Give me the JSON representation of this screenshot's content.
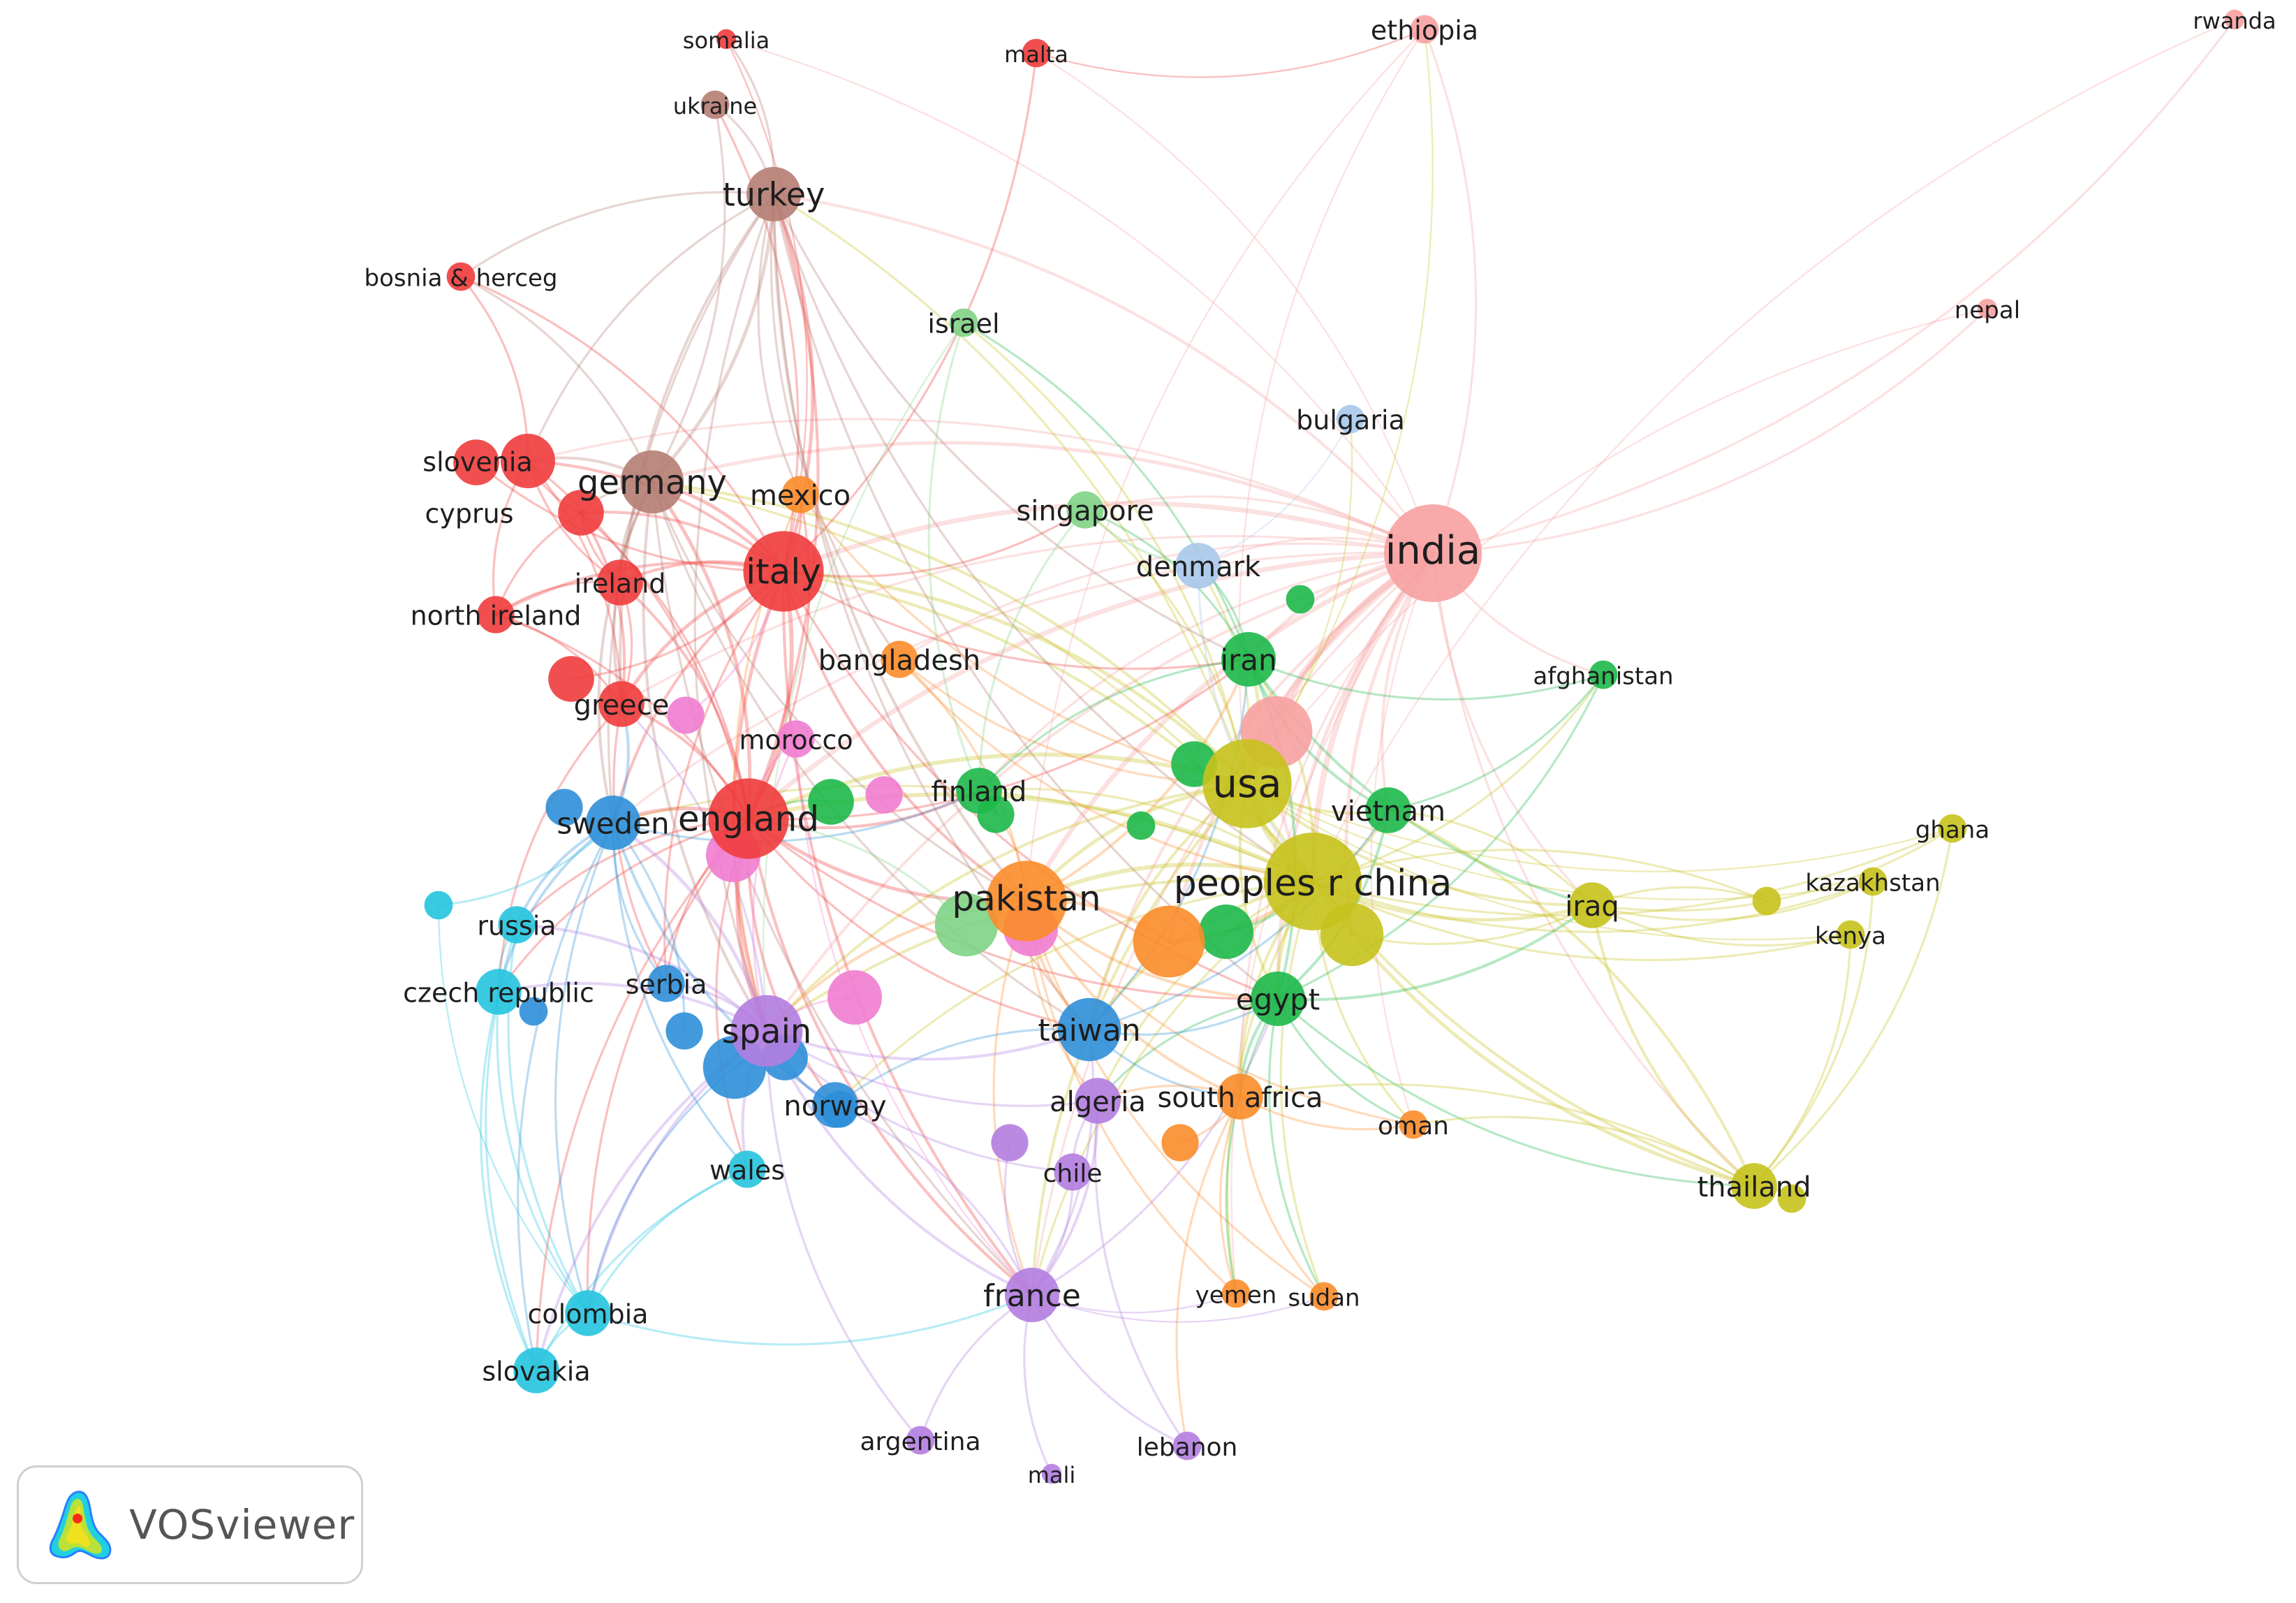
{
  "network": {
    "colors": {
      "red": "#f03c3c",
      "salmon": "#f7a1a1",
      "brown": "#b57d73",
      "green": "#1db84a",
      "lightgreen": "#7fd385",
      "blue": "#2d8fd8",
      "lightblue": "#a9c8ea",
      "cyan": "#23c4df",
      "purple": "#b27de0",
      "pink": "#f07cd0",
      "orange": "#fb8c2a",
      "olive": "#c6c21c"
    },
    "nodes": [
      {
        "id": "india",
        "label": "india",
        "group": "salmon",
        "size": 10,
        "fontSize": 56
      },
      {
        "id": "usa",
        "label": "usa",
        "group": "olive",
        "size": 9,
        "fontSize": 56
      },
      {
        "id": "china",
        "label": "peoples r china",
        "group": "olive",
        "size": 10,
        "fontSize": 52
      },
      {
        "id": "england",
        "label": "england",
        "group": "red",
        "size": 8,
        "fontSize": 50
      },
      {
        "id": "italy",
        "label": "italy",
        "group": "red",
        "size": 8,
        "fontSize": 50
      },
      {
        "id": "pakistan",
        "label": "pakistan",
        "group": "orange",
        "size": 8,
        "fontSize": 50
      },
      {
        "id": "spain",
        "label": "spain",
        "group": "purple",
        "size": 7,
        "fontSize": 48
      },
      {
        "id": "germany",
        "label": "germany",
        "group": "brown",
        "size": 6,
        "fontSize": 48
      },
      {
        "id": "turkey",
        "label": "turkey",
        "group": "brown",
        "size": 5,
        "fontSize": 46
      },
      {
        "id": "taiwan",
        "label": "taiwan",
        "group": "blue",
        "size": 6,
        "fontSize": 44
      },
      {
        "id": "france",
        "label": "france",
        "group": "purple",
        "size": 5,
        "fontSize": 44
      },
      {
        "id": "sweden",
        "label": "sweden",
        "group": "blue",
        "size": 5,
        "fontSize": 42
      },
      {
        "id": "egypt",
        "label": "egypt",
        "group": "green",
        "size": 5,
        "fontSize": 42
      },
      {
        "id": "iran",
        "label": "iran",
        "group": "green",
        "size": 5,
        "fontSize": 42
      },
      {
        "id": "finland",
        "label": "finland",
        "group": "green",
        "size": 4,
        "fontSize": 40
      },
      {
        "id": "vietnam",
        "label": "vietnam",
        "group": "green",
        "size": 4,
        "fontSize": 40
      },
      {
        "id": "iraq",
        "label": "iraq",
        "group": "olive",
        "size": 4,
        "fontSize": 40
      },
      {
        "id": "thailand",
        "label": "thailand",
        "group": "olive",
        "size": 4,
        "fontSize": 40
      },
      {
        "id": "norway",
        "label": "norway",
        "group": "blue",
        "size": 4,
        "fontSize": 40
      },
      {
        "id": "greece",
        "label": "greece",
        "group": "red",
        "size": 4,
        "fontSize": 40
      },
      {
        "id": "slovenia",
        "label": "slovenia",
        "group": "red",
        "size": 5,
        "fontSize": 38
      },
      {
        "id": "mexico",
        "label": "mexico",
        "group": "orange",
        "size": 3,
        "fontSize": 40
      },
      {
        "id": "singapore",
        "label": "singapore",
        "group": "lightgreen",
        "size": 3,
        "fontSize": 40
      },
      {
        "id": "denmark",
        "label": "denmark",
        "group": "lightblue",
        "size": 4,
        "fontSize": 40
      },
      {
        "id": "bangladesh",
        "label": "bangladesh",
        "group": "orange",
        "size": 3,
        "fontSize": 40
      },
      {
        "id": "southafrica",
        "label": "south africa",
        "group": "orange",
        "size": 4,
        "fontSize": 40
      },
      {
        "id": "algeria",
        "label": "algeria",
        "group": "purple",
        "size": 4,
        "fontSize": 40
      },
      {
        "id": "russia",
        "label": "russia",
        "group": "cyan",
        "size": 3,
        "fontSize": 38
      },
      {
        "id": "czech",
        "label": "czech republic",
        "group": "cyan",
        "size": 4,
        "fontSize": 38
      },
      {
        "id": "serbia",
        "label": "serbia",
        "group": "blue",
        "size": 3,
        "fontSize": 38
      },
      {
        "id": "wales",
        "label": "wales",
        "group": "cyan",
        "size": 3,
        "fontSize": 38
      },
      {
        "id": "colombia",
        "label": "colombia",
        "group": "cyan",
        "size": 4,
        "fontSize": 38
      },
      {
        "id": "slovakia",
        "label": "slovakia",
        "group": "cyan",
        "size": 4,
        "fontSize": 38
      },
      {
        "id": "ireland",
        "label": "ireland",
        "group": "red",
        "size": 4,
        "fontSize": 38
      },
      {
        "id": "northireland",
        "label": "north ireland",
        "group": "red",
        "size": 3,
        "fontSize": 38
      },
      {
        "id": "cyprus",
        "label": "cyprus",
        "group": "red",
        "size": 4,
        "fontSize": 38
      },
      {
        "id": "morocco",
        "label": "morocco",
        "group": "pink",
        "size": 3,
        "fontSize": 38
      },
      {
        "id": "israel",
        "label": "israel",
        "group": "lightgreen",
        "size": 2,
        "fontSize": 38
      },
      {
        "id": "bulgaria",
        "label": "bulgaria",
        "group": "lightblue",
        "size": 2,
        "fontSize": 38
      },
      {
        "id": "chile",
        "label": "chile",
        "group": "purple",
        "size": 3,
        "fontSize": 36
      },
      {
        "id": "oman",
        "label": "oman",
        "group": "orange",
        "size": 2,
        "fontSize": 36
      },
      {
        "id": "yemen",
        "label": "yemen",
        "group": "orange",
        "size": 2,
        "fontSize": 34
      },
      {
        "id": "sudan",
        "label": "sudan",
        "group": "orange",
        "size": 2,
        "fontSize": 34
      },
      {
        "id": "argentina",
        "label": "argentina",
        "group": "purple",
        "size": 2,
        "fontSize": 36
      },
      {
        "id": "lebanon",
        "label": "lebanon",
        "group": "purple",
        "size": 2,
        "fontSize": 36
      },
      {
        "id": "mali",
        "label": "mali",
        "group": "purple",
        "size": 1,
        "fontSize": 32
      },
      {
        "id": "bosnia",
        "label": "bosnia & herceg",
        "group": "red",
        "size": 2,
        "fontSize": 34
      },
      {
        "id": "somalia",
        "label": "somalia",
        "group": "red",
        "size": 1,
        "fontSize": 32
      },
      {
        "id": "ukraine",
        "label": "ukraine",
        "group": "brown",
        "size": 2,
        "fontSize": 32
      },
      {
        "id": "malta",
        "label": "malta",
        "group": "red",
        "size": 2,
        "fontSize": 32
      },
      {
        "id": "ethiopia",
        "label": "ethiopia",
        "group": "salmon",
        "size": 2,
        "fontSize": 38
      },
      {
        "id": "rwanda",
        "label": "rwanda",
        "group": "salmon",
        "size": 1,
        "fontSize": 32
      },
      {
        "id": "nepal",
        "label": "nepal",
        "group": "salmon",
        "size": 1,
        "fontSize": 34
      },
      {
        "id": "afghanistan",
        "label": "afghanistan",
        "group": "green",
        "size": 2,
        "fontSize": 34
      },
      {
        "id": "ghana",
        "label": "ghana",
        "group": "olive",
        "size": 2,
        "fontSize": 34
      },
      {
        "id": "kazakhstan",
        "label": "kazakhstan",
        "group": "olive",
        "size": 2,
        "fontSize": 34
      },
      {
        "id": "kenya",
        "label": "kenya",
        "group": "olive",
        "size": 2,
        "fontSize": 34
      },
      {
        "id": "n_salmon_usa",
        "label": "",
        "group": "salmon",
        "size": 7,
        "fontSize": 0
      },
      {
        "id": "n_orange_china",
        "label": "",
        "group": "orange",
        "size": 7,
        "fontSize": 0
      },
      {
        "id": "n_lightgreen_pak",
        "label": "",
        "group": "lightgreen",
        "size": 6,
        "fontSize": 0
      },
      {
        "id": "n_pink_pak",
        "label": "",
        "group": "pink",
        "size": 5,
        "fontSize": 0
      },
      {
        "id": "n_olive_china",
        "label": "",
        "group": "olive",
        "size": 6,
        "fontSize": 0
      },
      {
        "id": "n_pink_eng",
        "label": "",
        "group": "pink",
        "size": 5,
        "fontSize": 0
      },
      {
        "id": "n_pink_mid",
        "label": "",
        "group": "pink",
        "size": 5,
        "fontSize": 0
      },
      {
        "id": "n_green_china",
        "label": "",
        "group": "green",
        "size": 5,
        "fontSize": 0
      },
      {
        "id": "n_green_usa",
        "label": "",
        "group": "green",
        "size": 4,
        "fontSize": 0
      },
      {
        "id": "n_green_eng",
        "label": "",
        "group": "green",
        "size": 4,
        "fontSize": 0
      },
      {
        "id": "n_pink_fin",
        "label": "",
        "group": "pink",
        "size": 3,
        "fontSize": 0
      },
      {
        "id": "n_blue_spain",
        "label": "",
        "group": "blue",
        "size": 6,
        "fontSize": 0
      },
      {
        "id": "n_blue_spain2",
        "label": "",
        "group": "blue",
        "size": 4,
        "fontSize": 0
      },
      {
        "id": "n_blue_serbia",
        "label": "",
        "group": "blue",
        "size": 3,
        "fontSize": 0
      },
      {
        "id": "n_blue_sweden",
        "label": "",
        "group": "blue",
        "size": 3,
        "fontSize": 0
      },
      {
        "id": "n_red_greece",
        "label": "",
        "group": "red",
        "size": 4,
        "fontSize": 0
      },
      {
        "id": "n_red_slovenia",
        "label": "",
        "group": "red",
        "size": 4,
        "fontSize": 0
      },
      {
        "id": "n_pink_greece",
        "label": "",
        "group": "pink",
        "size": 3,
        "fontSize": 0
      },
      {
        "id": "n_green_fin",
        "label": "",
        "group": "green",
        "size": 3,
        "fontSize": 0
      },
      {
        "id": "n_green_usa2",
        "label": "",
        "group": "green",
        "size": 2,
        "fontSize": 0
      },
      {
        "id": "n_green_den",
        "label": "",
        "group": "green",
        "size": 2,
        "fontSize": 0
      },
      {
        "id": "n_orange_sa",
        "label": "",
        "group": "orange",
        "size": 3,
        "fontSize": 0
      },
      {
        "id": "n_purple_chile",
        "label": "",
        "group": "purple",
        "size": 3,
        "fontSize": 0
      },
      {
        "id": "n_cyan_russia",
        "label": "",
        "group": "cyan",
        "size": 2,
        "fontSize": 0
      },
      {
        "id": "n_blue_czech",
        "label": "",
        "group": "blue",
        "size": 2,
        "fontSize": 0
      },
      {
        "id": "n_olive_thai",
        "label": "",
        "group": "olive",
        "size": 2,
        "fontSize": 0
      },
      {
        "id": "n_olive_kaz",
        "label": "",
        "group": "olive",
        "size": 2,
        "fontSize": 0
      },
      {
        "id": "n_blue_norway",
        "label": "",
        "group": "blue",
        "size": 3,
        "fontSize": 0
      }
    ]
  },
  "badge": {
    "name": "VOSviewer",
    "logo_colors": [
      "#2a7fff",
      "#20d0e0",
      "#b8e23a",
      "#f0e020",
      "#ff2a1a"
    ]
  }
}
